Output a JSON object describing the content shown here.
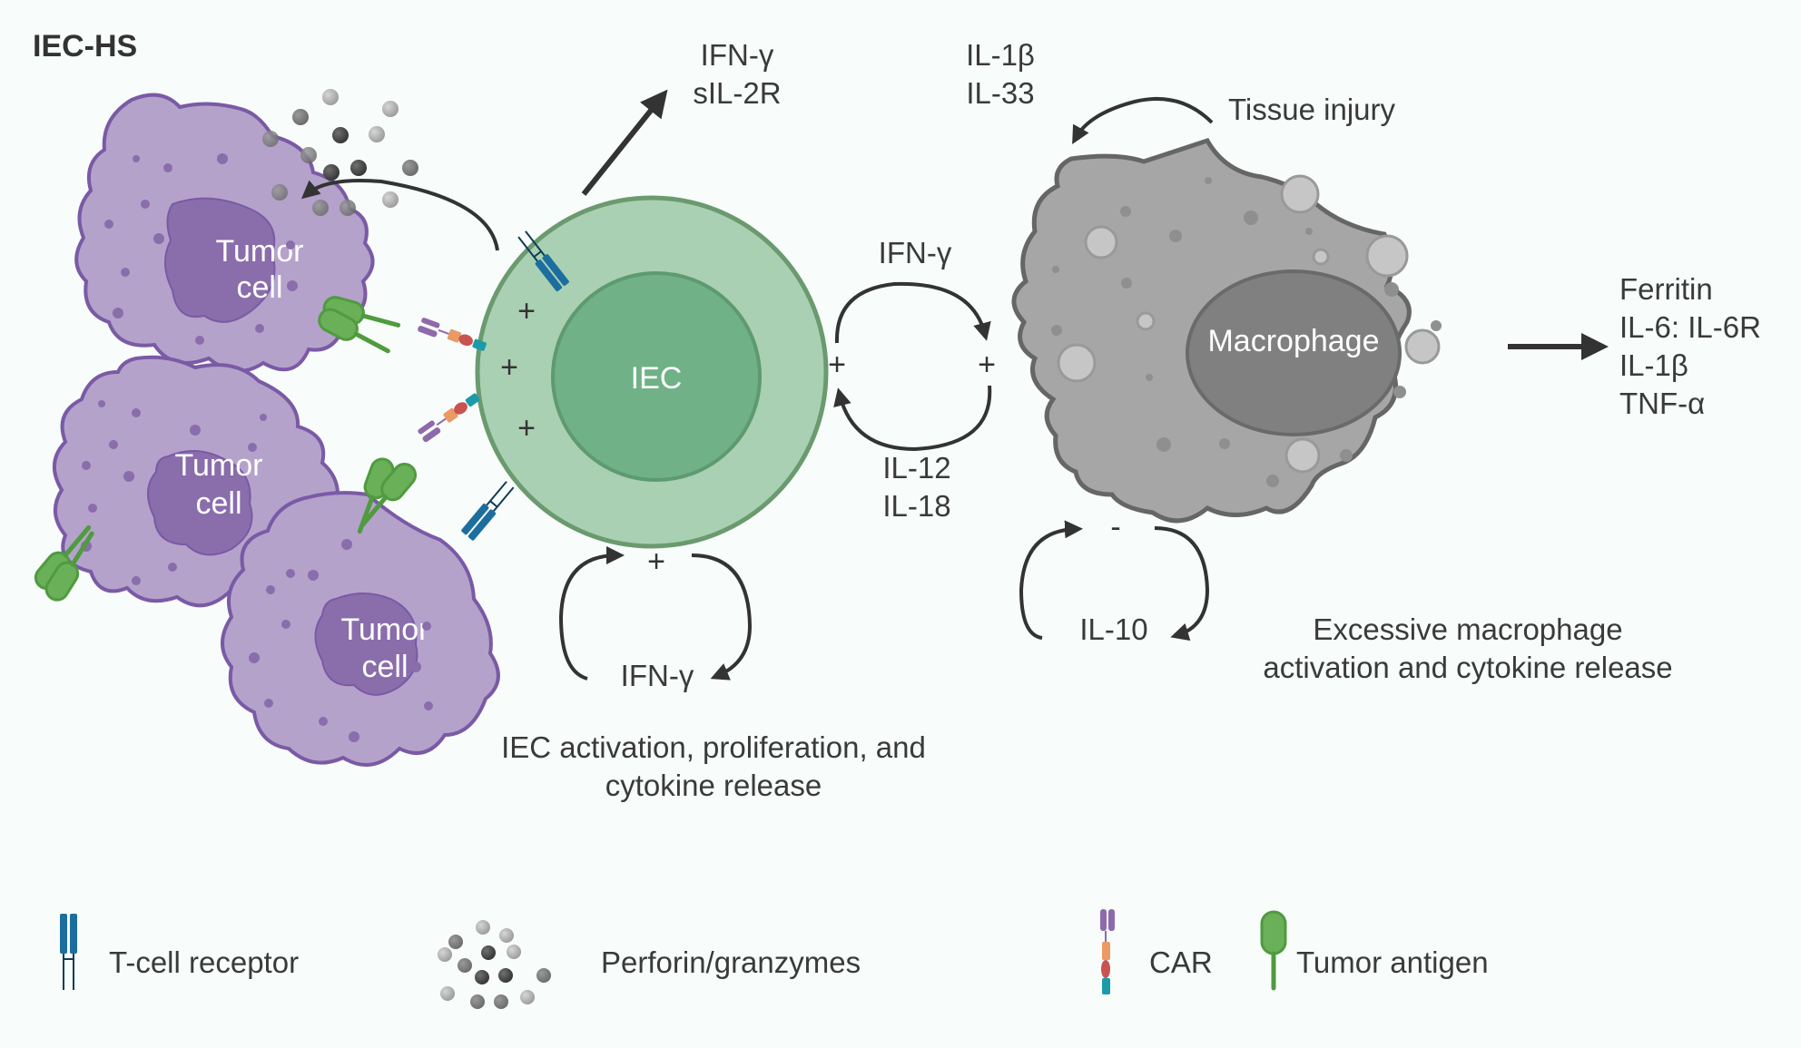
{
  "title": "IEC-HS",
  "colors": {
    "background": "#f8fcfb",
    "tumor_cytoplasm": "#b4a2cb",
    "tumor_nucleus": "#8a6dab",
    "tumor_outline": "#7a5aa5",
    "iec_outer": "#a9d0b3",
    "iec_inner": "#70b187",
    "iec_outline": "#6a9a6e",
    "macrophage_body": "#a6a6a6",
    "macrophage_nucleus": "#808080",
    "macrophage_outline": "#666666",
    "tcr": "#1c6e9e",
    "tumor_antigen": "#6ab058",
    "car_purple": "#8e6aab",
    "car_orange": "#e99a65",
    "car_red": "#c95350",
    "car_teal": "#1c9aaa",
    "text": "#3a3a3a"
  },
  "cells": {
    "tumor": [
      {
        "label_line1": "Tumor",
        "label_line2": "cell"
      },
      {
        "label_line1": "Tumor",
        "label_line2": "cell"
      },
      {
        "label_line1": "Tumor",
        "label_line2": "cell"
      }
    ],
    "iec": {
      "label": "IEC"
    },
    "macrophage": {
      "label": "Macrophage"
    }
  },
  "labels": {
    "iec_release_line1": "IFN-γ",
    "iec_release_line2": "sIL-2R",
    "cytokines_top_line1": "IL-1β",
    "cytokines_top_line2": "IL-33",
    "tissue_injury": "Tissue injury",
    "loop_top": "IFN-γ",
    "loop_bottom_line1": "IL-12",
    "loop_bottom_line2": "IL-18",
    "iec_autocrine": "IFN-γ",
    "il10": "IL-10",
    "macrophage_outputs": [
      "Ferritin",
      "IL-6: IL-6R",
      "IL-1β",
      "TNF-α"
    ],
    "iec_caption_line1": "IEC activation, proliferation, and",
    "iec_caption_line2": "cytokine release",
    "mac_caption_line1": "Excessive macrophage",
    "mac_caption_line2": "activation and cytokine release"
  },
  "signs": {
    "plus": "+",
    "minus": "-"
  },
  "legend": [
    {
      "icon": "t-cell-receptor-icon",
      "label": "T-cell receptor"
    },
    {
      "icon": "perforin-granzymes-icon",
      "label": "Perforin/granzymes"
    },
    {
      "icon": "car-icon",
      "label": "CAR"
    },
    {
      "icon": "tumor-antigen-icon",
      "label": "Tumor antigen"
    }
  ]
}
